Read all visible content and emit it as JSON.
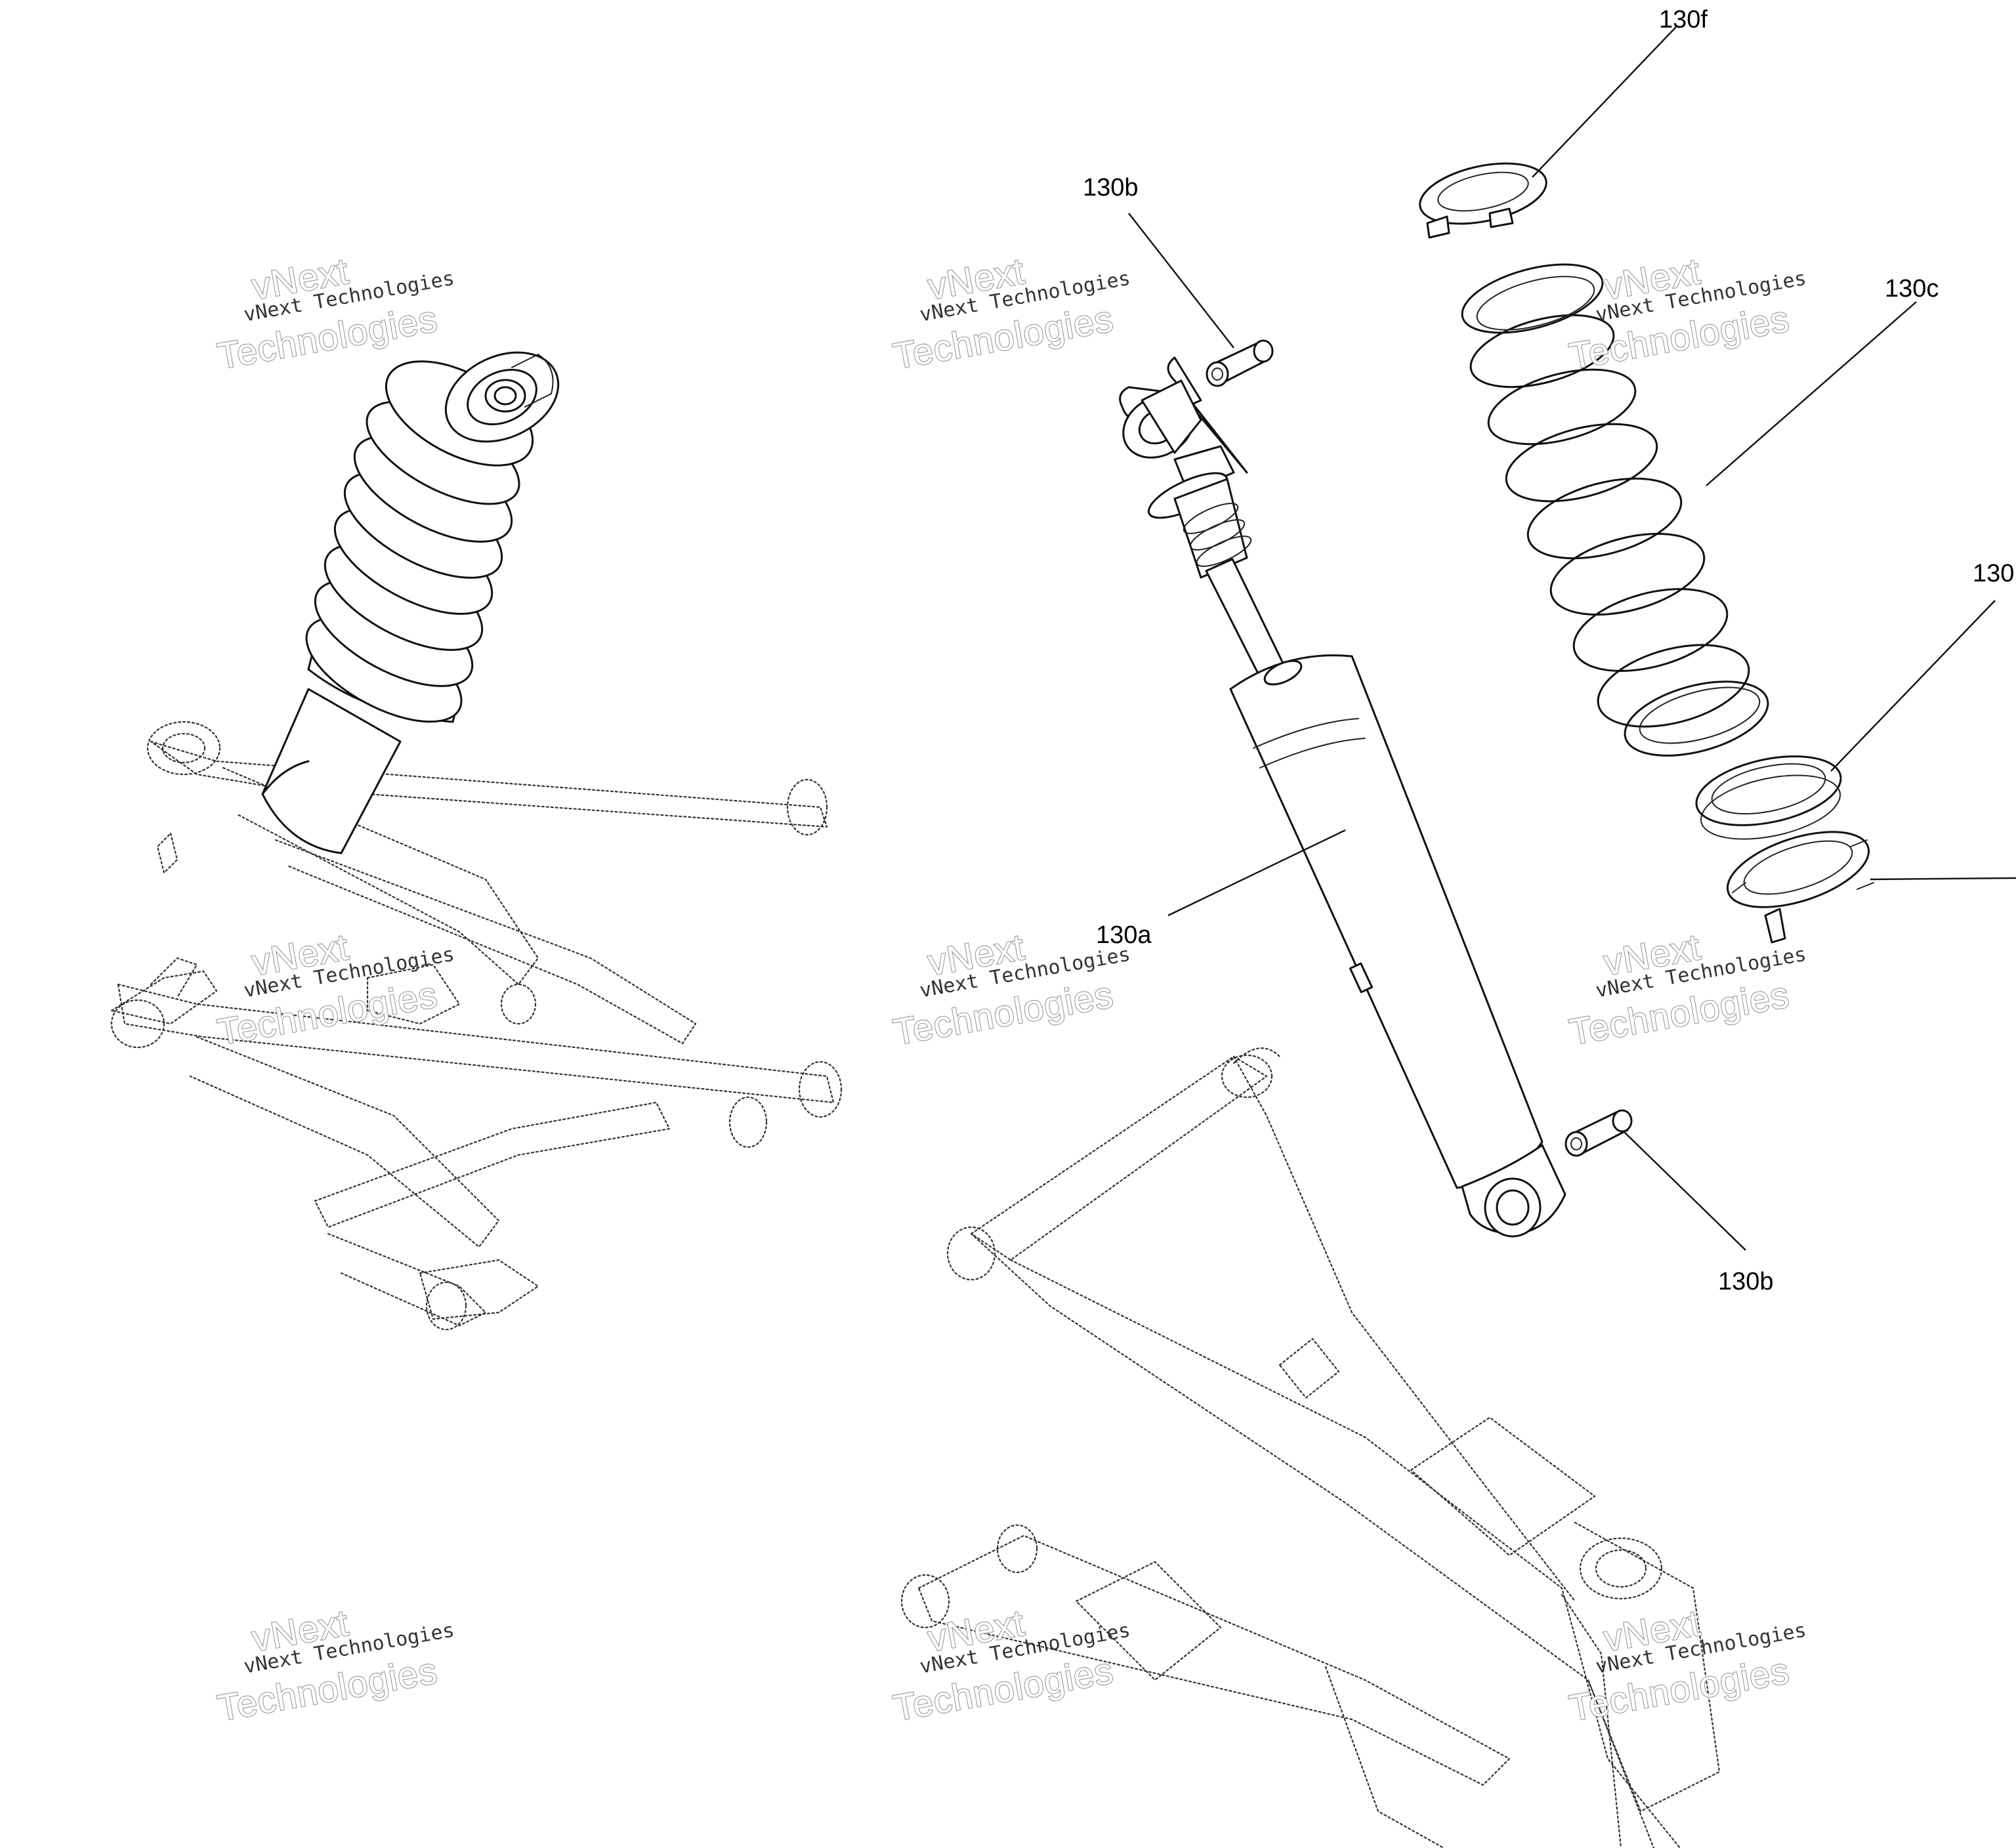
{
  "callouts": {
    "c130f": "130f",
    "c130b_top": "130b",
    "c130c": "130c",
    "c130_edge": "130",
    "c130a": "130a",
    "c130b_bottom": "130b"
  },
  "watermark": {
    "brand_line": "vNext",
    "line_mono": "vNext Technologies",
    "line_outline": "Technologies"
  }
}
